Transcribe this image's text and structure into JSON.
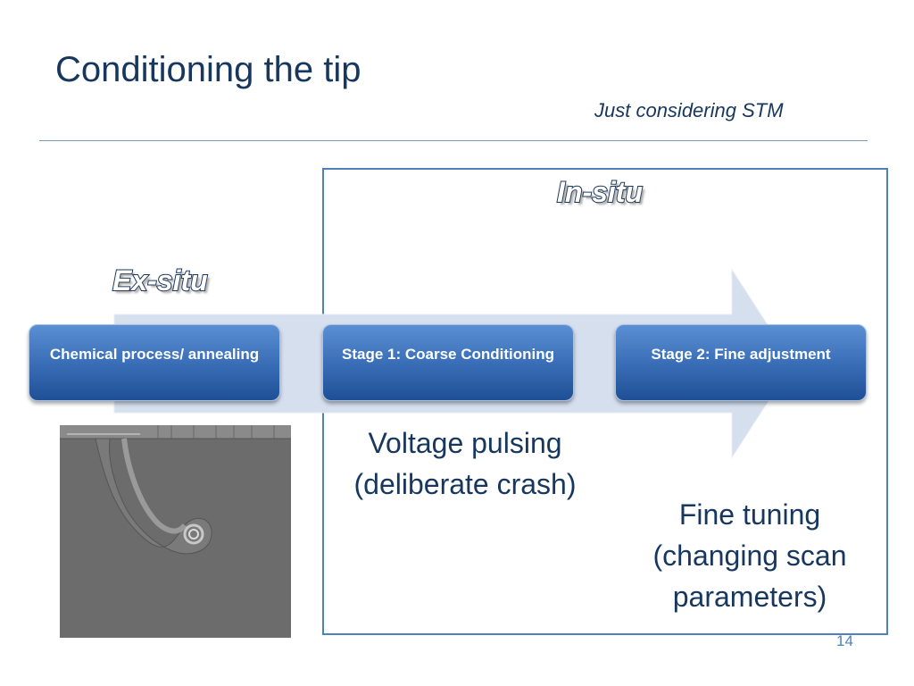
{
  "slide": {
    "title": "Conditioning the tip",
    "subtitle": "Just considering STM",
    "page_number": "14"
  },
  "labels": {
    "in_situ": "In-situ",
    "ex_situ": "Ex-situ"
  },
  "stages": [
    {
      "label": "Chemical process/ annealing"
    },
    {
      "label": "Stage 1: Coarse Conditioning"
    },
    {
      "label": "Stage 2: Fine adjustment"
    }
  ],
  "notes": {
    "voltage": "Voltage pulsing\n(deliberate crash)",
    "fine": "Fine tuning\n(changing scan\nparameters)"
  },
  "image": {
    "description_icon": "sem-tip-image"
  },
  "colors": {
    "title": "#17375e",
    "accent": "#4f81bd",
    "box_fill": "#3a6fb8",
    "arrow_fill": "#d6dfee"
  }
}
